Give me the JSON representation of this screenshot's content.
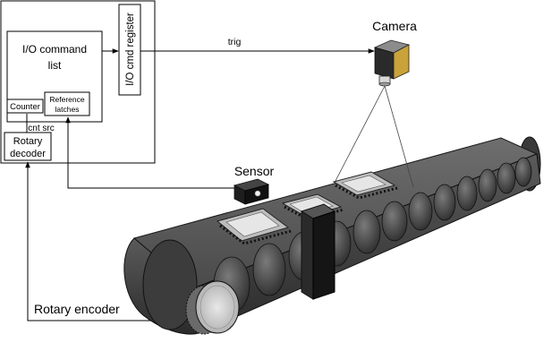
{
  "labels": {
    "io_command_list": [
      "I/O command",
      "list"
    ],
    "io_cmd_register": "I/O cmd register",
    "counter": "Counter",
    "reference_latches": [
      "Reference",
      "latches"
    ],
    "cnt_src": "cnt src",
    "rotary_decoder": [
      "Rotary",
      "decoder"
    ],
    "trig": "trig",
    "camera": "Camera",
    "sensor": "Sensor",
    "rotary_encoder": "Rotary encoder"
  }
}
